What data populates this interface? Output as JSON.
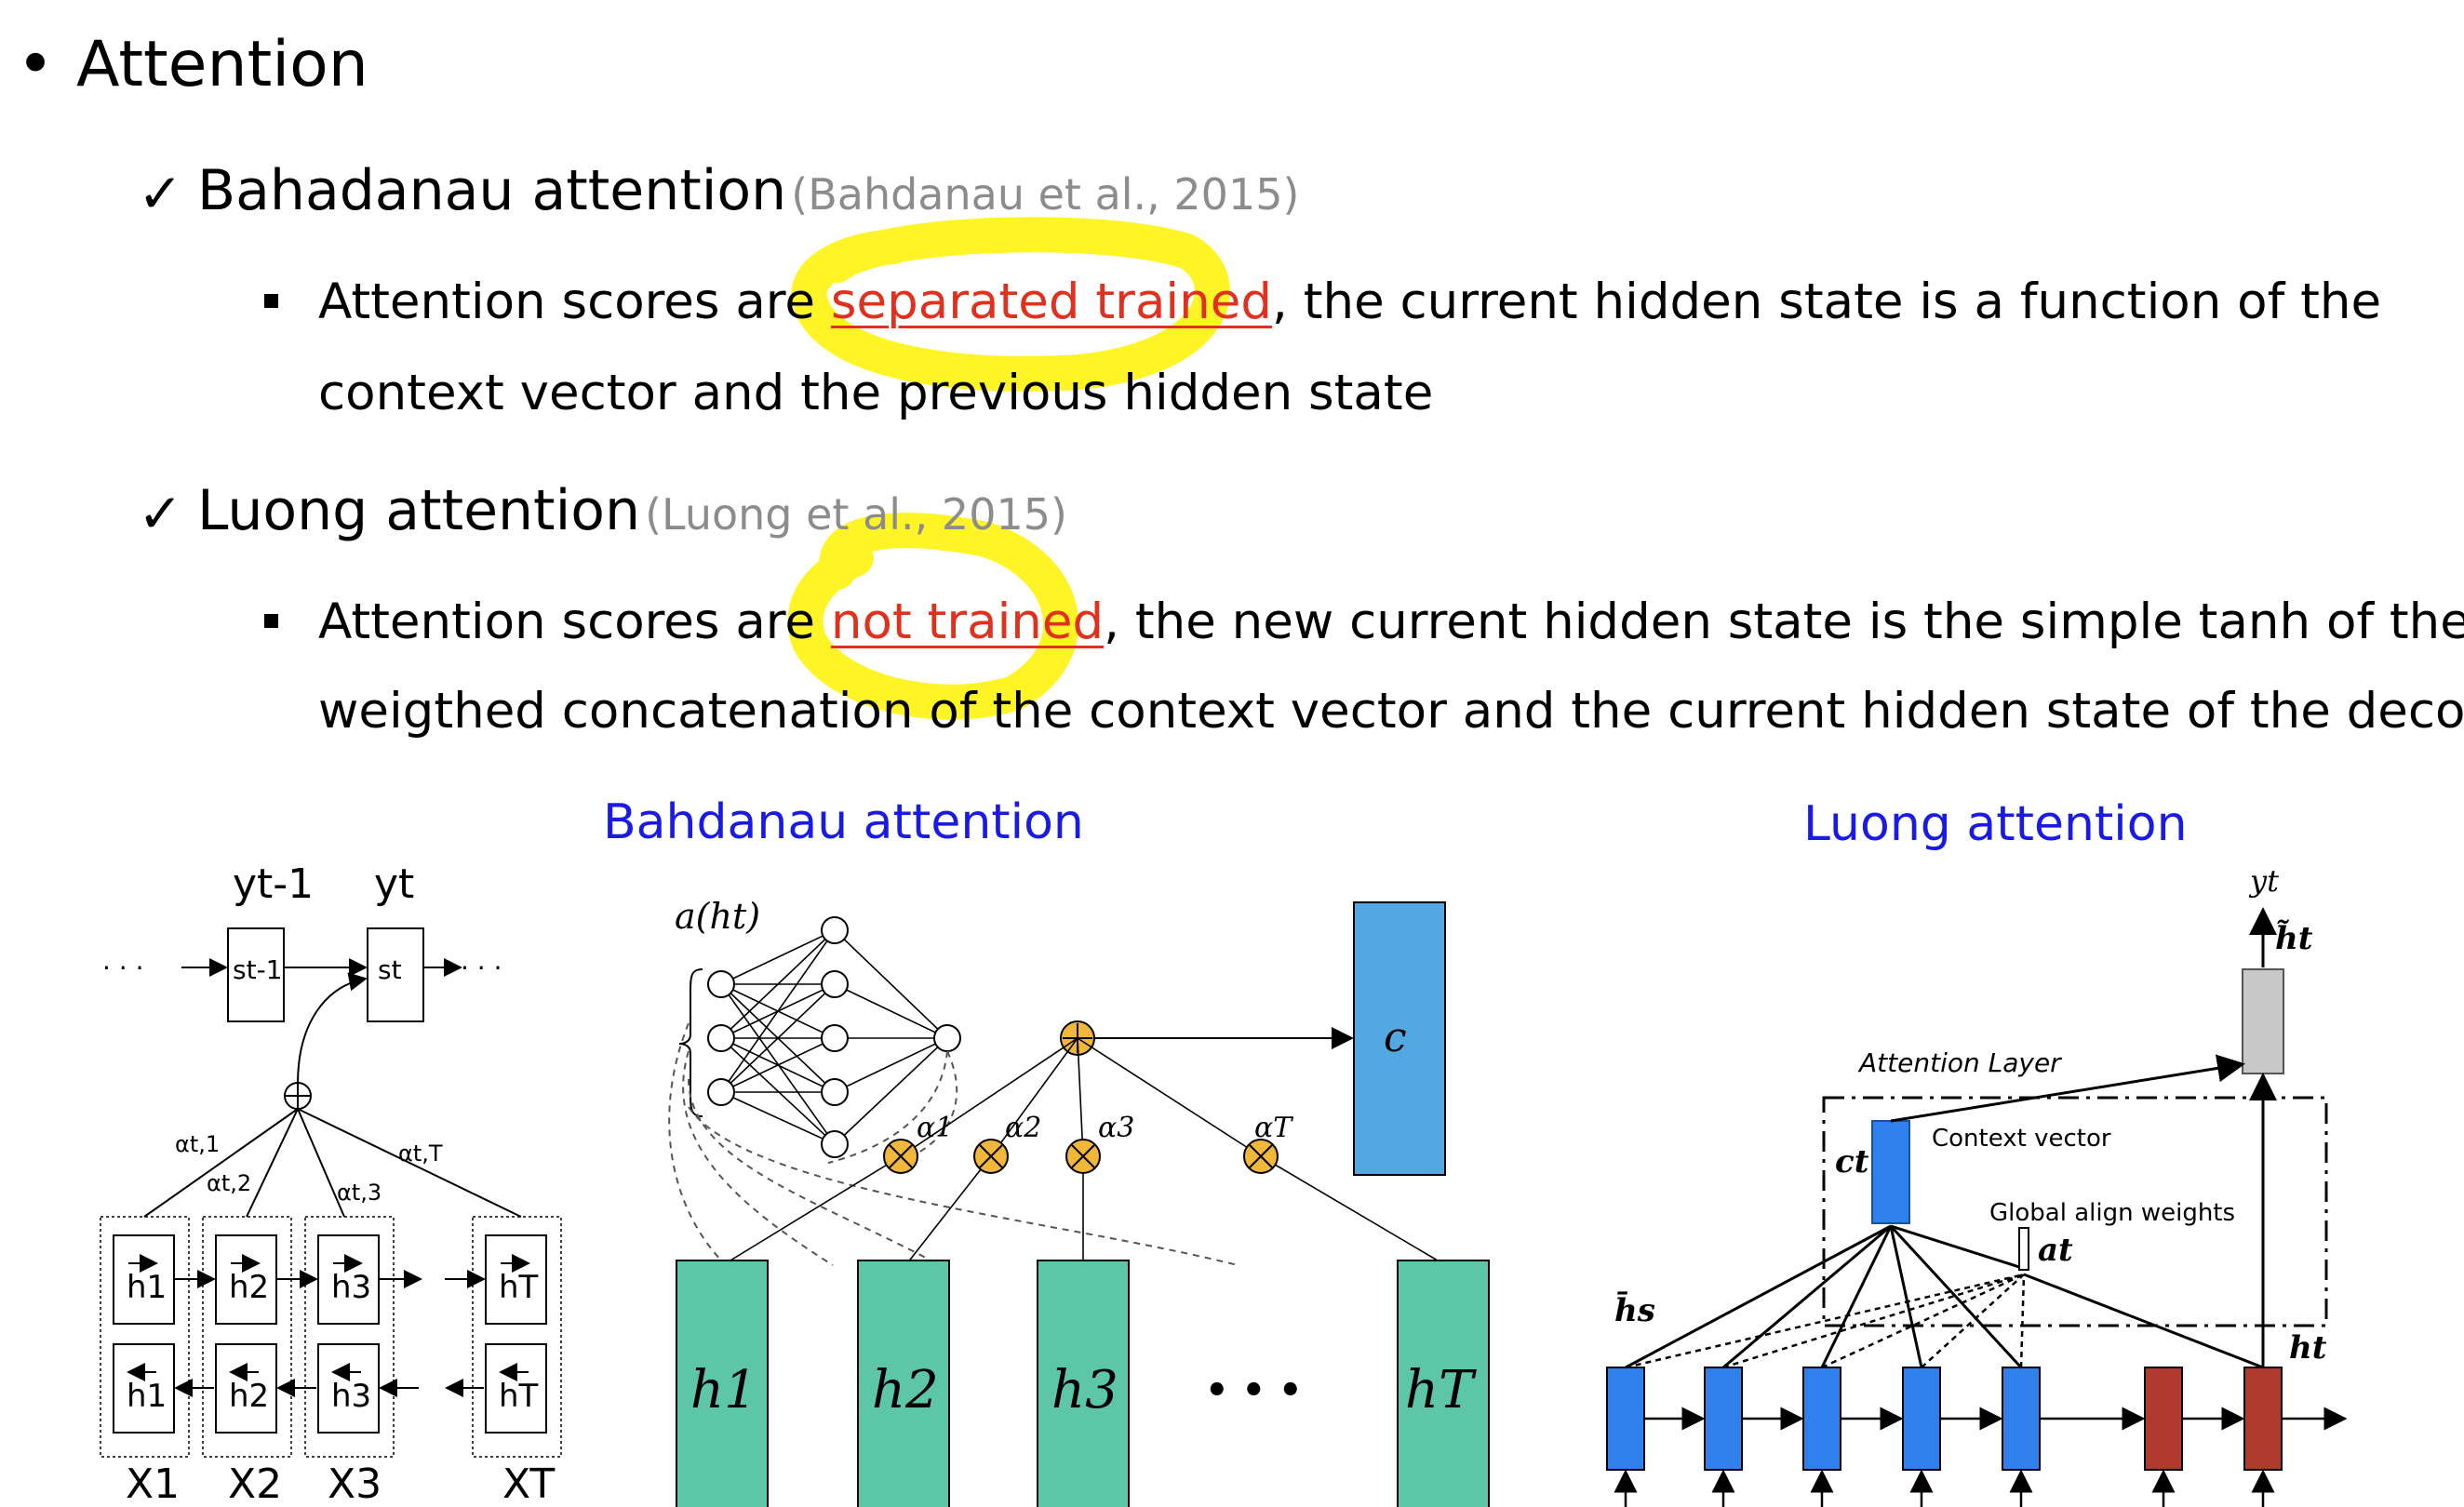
{
  "slide": {
    "bullet": "•",
    "title": "Attention",
    "sections": [
      {
        "check": "✓",
        "title": "Bahadanau attention",
        "citation": "(Bahdanau et al., 2015)",
        "text_before": "Attention scores are ",
        "highlight": "separated trained",
        "text_after": ", the current hidden state is a function of the",
        "text_line2": "context vector and the previous hidden state"
      },
      {
        "check": "✓",
        "title": "Luong attention",
        "citation": "(Luong et al., 2015)",
        "text_before": "Attention scores are ",
        "highlight": "not trained",
        "text_after": ", the new current hidden state is the simple tanh of the",
        "text_line2": "weigthed concatenation of the context vector and the current hidden state of the decoder"
      }
    ]
  },
  "figures": {
    "bahdanau_title": "Bahdanau attention",
    "luong_title": "Luong attention",
    "left": {
      "y_prev": "yt-1",
      "y_cur": "yt",
      "s_prev": "st-1",
      "s_cur": "st",
      "dots": "· · ·",
      "alpha1": "αt,1",
      "alpha2": "αt,2",
      "alpha3": "αt,3",
      "alphaT": "αt,T",
      "forward": [
        "h1",
        "h2",
        "h3",
        "hT"
      ],
      "backward": [
        "h1",
        "h2",
        "h3",
        "hT"
      ],
      "inputs": [
        "X1",
        "X2",
        "X3",
        "XT"
      ]
    },
    "middle": {
      "score_label": "a(ht)",
      "context": "c",
      "alphas": [
        "α1",
        "α2",
        "α3",
        "αT"
      ],
      "hidden": [
        "h1",
        "h2",
        "h3",
        "hT"
      ],
      "ellipsis": "• • •"
    },
    "right": {
      "output": "yt",
      "attn_hidden": "h̃t",
      "attention_layer": "Attention Layer",
      "context_vector": "Context vector",
      "ct": "ct",
      "global_align": "Global align weights",
      "at": "at",
      "hs": "h̄s",
      "ht": "ht"
    }
  },
  "colors": {
    "highlight": "#fff200",
    "red_text": "#e0301e",
    "citation": "#8c8c8c",
    "figure_title": "#1a1ae6",
    "teal_box": "#5cc6a6",
    "blue_box": "#52a8e0",
    "circle_fill": "#f0b73a",
    "encoder_blue": "#2f80ed",
    "decoder_red": "#b03a2e",
    "gray_box": "#c8c8c8"
  }
}
